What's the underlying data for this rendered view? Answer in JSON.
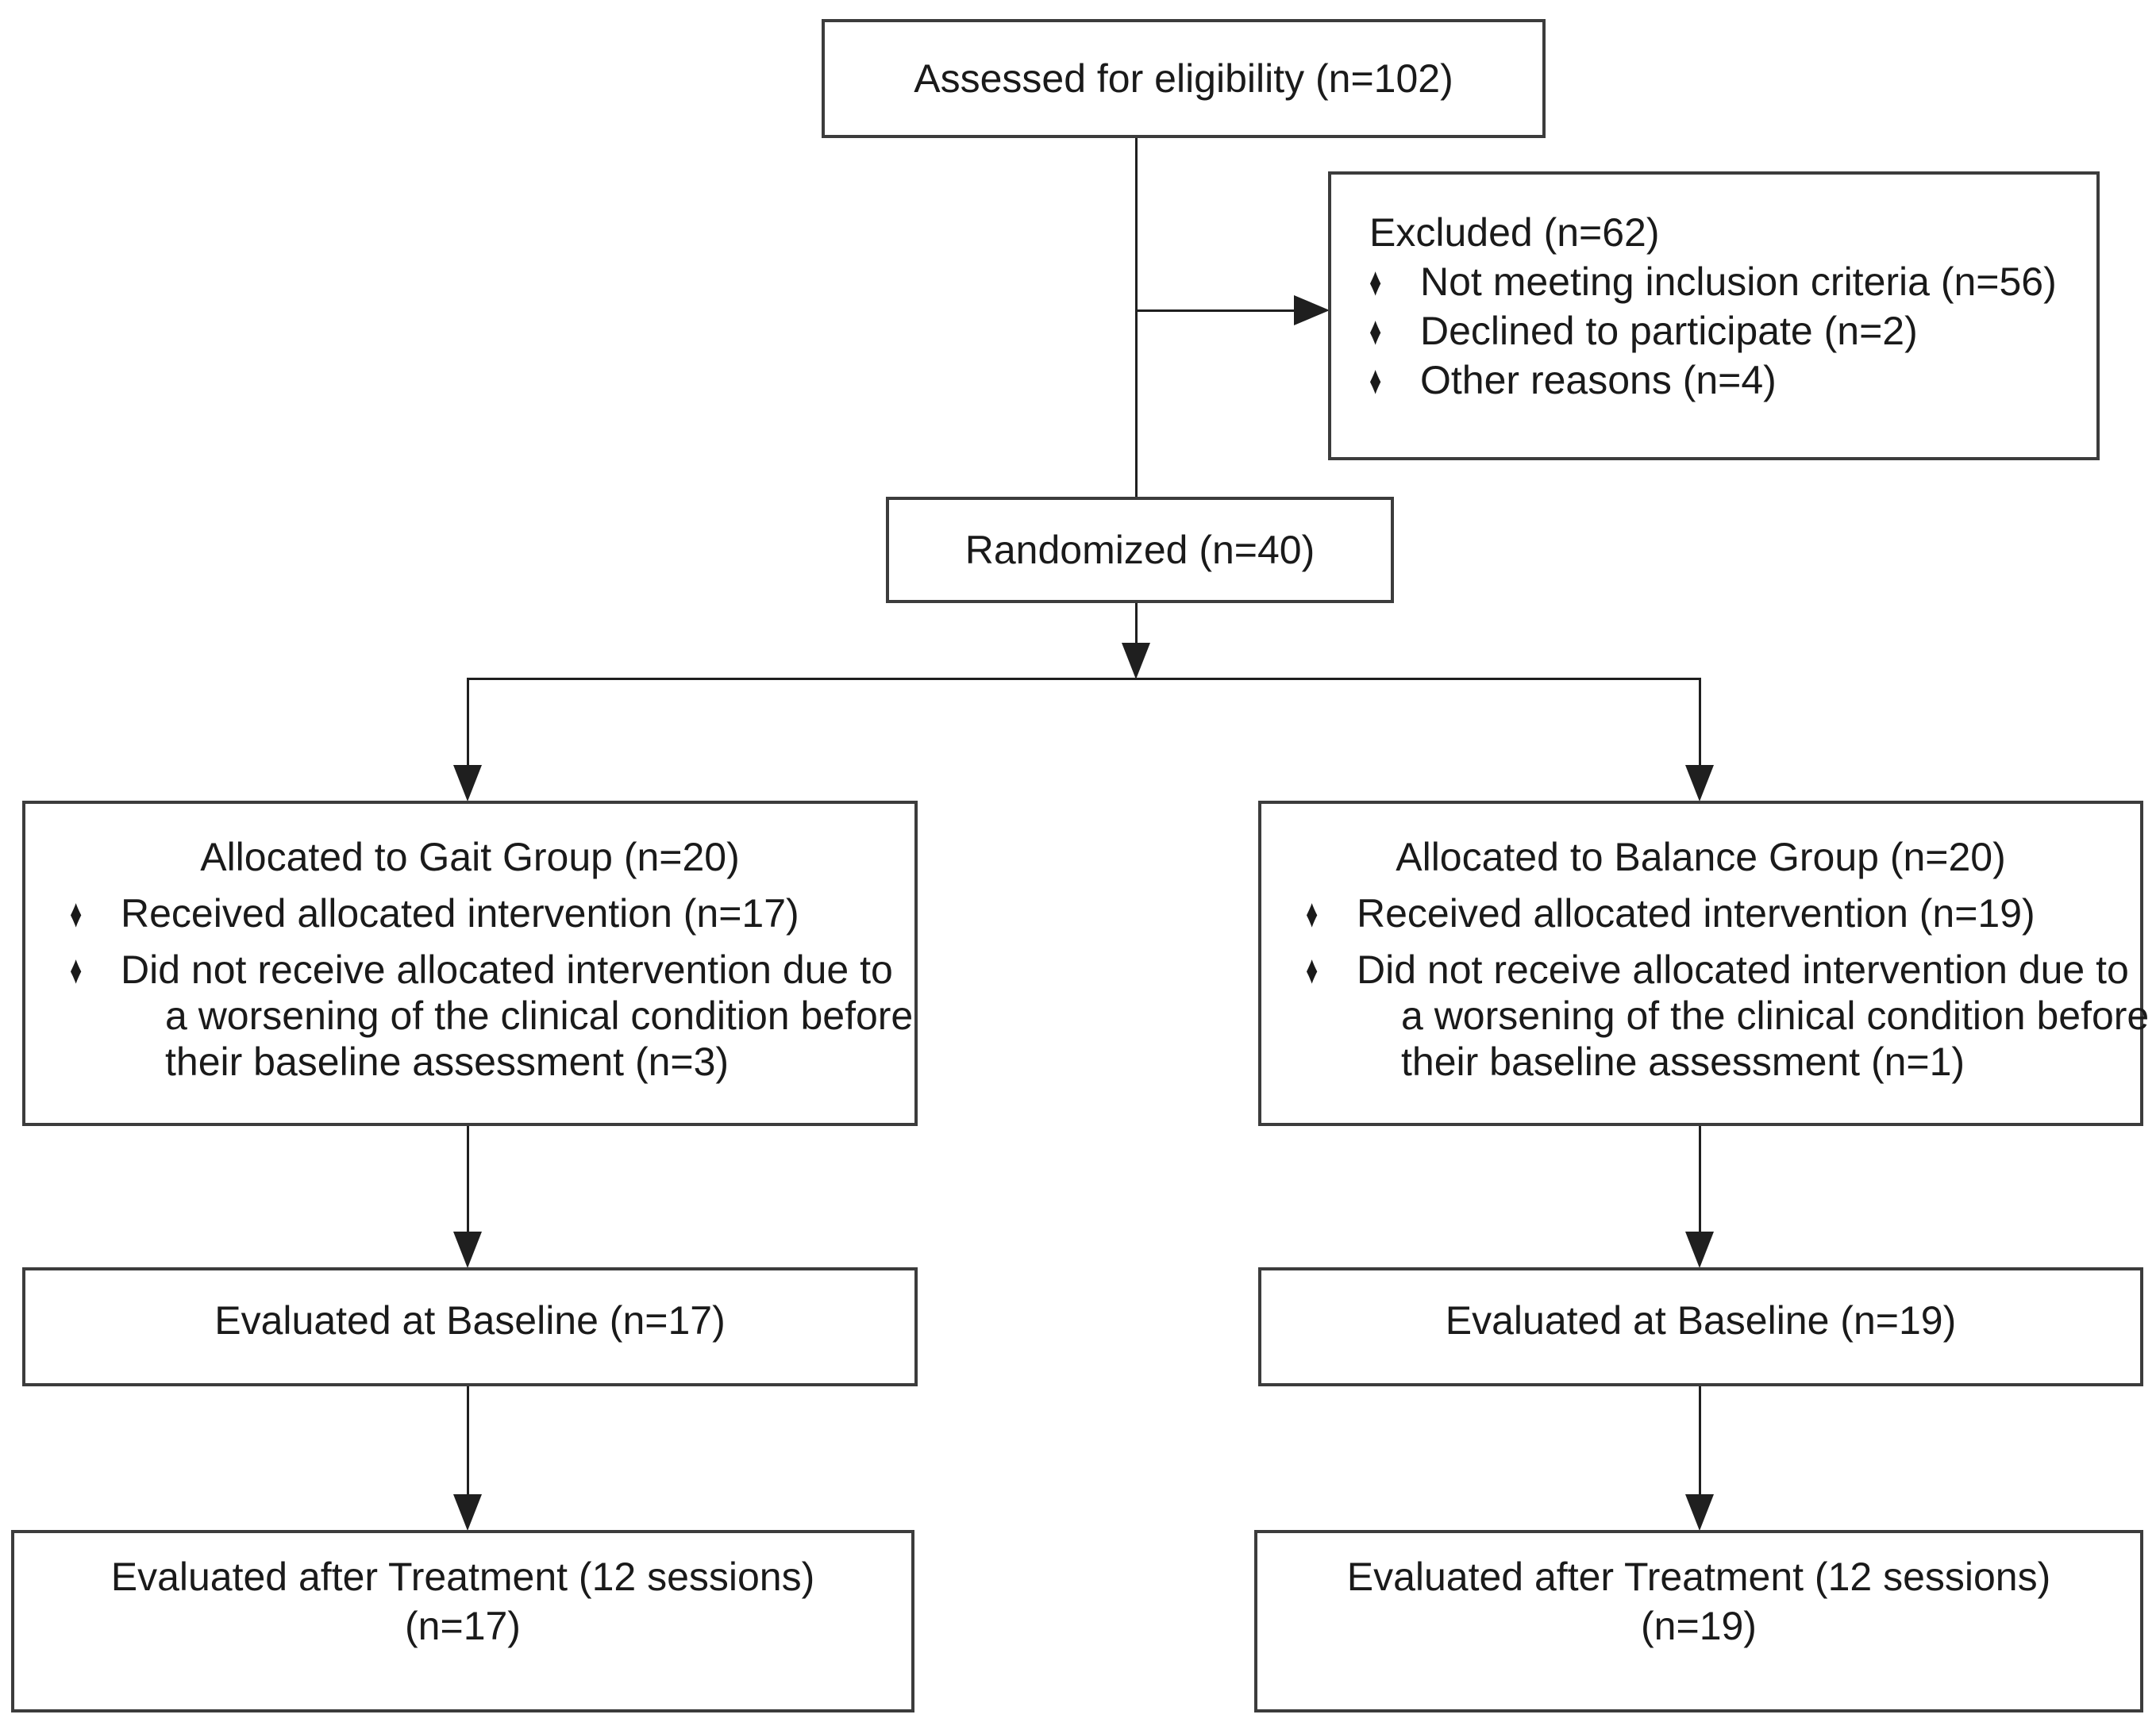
{
  "icons": {
    "diamond_bullet": "♦"
  },
  "colors": {
    "box_border": "#3c3c3c",
    "connector": "#1f1f1f",
    "text": "#1a1a1a",
    "background": "#ffffff"
  },
  "flow": {
    "assessed": {
      "label": "Assessed for eligibility (n=102)"
    },
    "excluded": {
      "title": "Excluded (n=62)",
      "bullets": [
        "Not meeting inclusion criteria (n=56)",
        "Declined to participate (n=2)",
        "Other reasons (n=4)"
      ]
    },
    "randomized": {
      "label": "Randomized (n=40)"
    },
    "gait_group": {
      "title": "Allocated to Gait Group (n=20)",
      "received": "Received allocated intervention (n=17)",
      "not_received_lines": [
        "Did not receive allocated intervention due to",
        "a worsening of the clinical condition before",
        "their baseline assessment (n=3)"
      ]
    },
    "balance_group": {
      "title": "Allocated to Balance Group (n=20)",
      "received": "Received allocated intervention (n=19)",
      "not_received_lines": [
        "Did not receive allocated intervention due to",
        "a worsening of the clinical condition before",
        "their baseline assessment (n=1)"
      ]
    },
    "gait_baseline": {
      "label": "Evaluated at Baseline (n=17)"
    },
    "balance_baseline": {
      "label": "Evaluated at Baseline (n=19)"
    },
    "gait_after": {
      "line1": "Evaluated after Treatment (12 sessions)",
      "line2": "(n=17)"
    },
    "balance_after": {
      "line1": "Evaluated after Treatment (12 sessions)",
      "line2": "(n=19)"
    }
  }
}
